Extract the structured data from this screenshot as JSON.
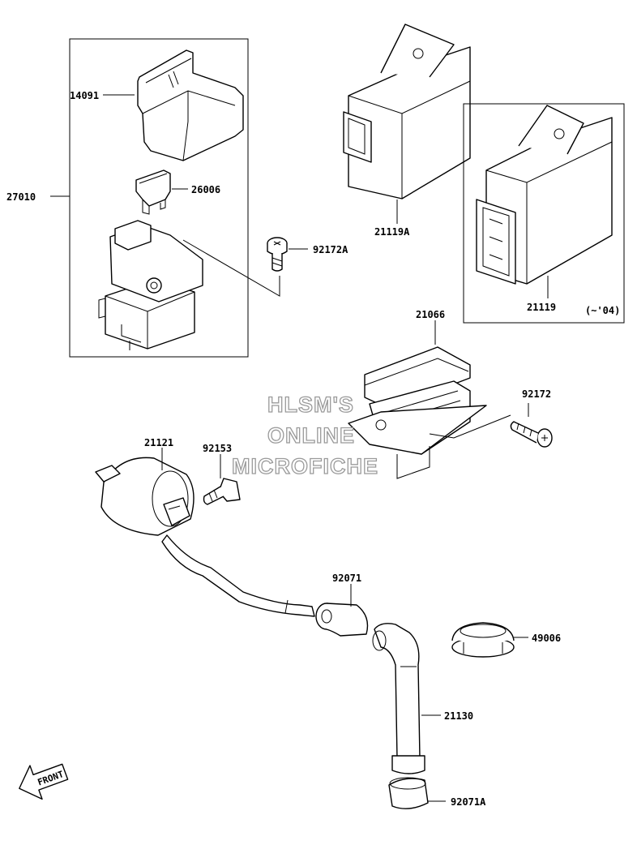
{
  "callouts": {
    "p14091": "14091",
    "p27010": "27010",
    "p26006": "26006",
    "p92172A": "92172A",
    "p21119A": "21119A",
    "p21119": "21119",
    "p21119_note": "(~'04)",
    "p21066": "21066",
    "p92172": "92172",
    "p21121": "21121",
    "p92153": "92153",
    "p92071": "92071",
    "p49006": "49006",
    "p21130": "21130",
    "p92071A": "92071A"
  },
  "watermark": {
    "line1": "HLSM'S",
    "line2": "ONLINE",
    "line3": "MICROFICHE"
  },
  "front_arrow": {
    "label": "FRONT"
  }
}
